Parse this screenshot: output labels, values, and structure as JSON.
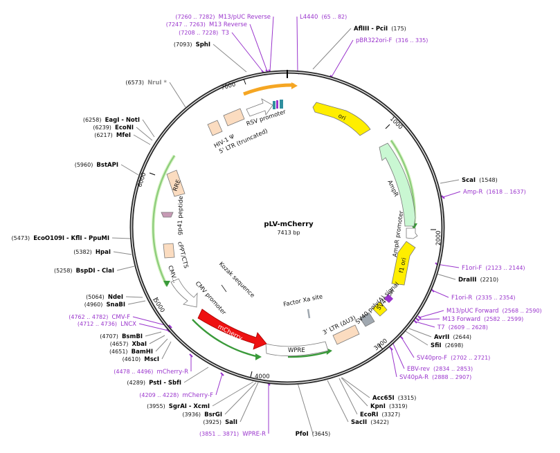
{
  "title": "pLV-mCherry",
  "length": "7413 bp",
  "colors": {
    "backbone": "#333333",
    "primer": "#9933cc",
    "site_line": "#888888",
    "orange_feature": "#f5a623",
    "yellow_feature": "#ffee00",
    "green_feature": "#c9f7d2",
    "red_feature": "#ee1111",
    "beige_feature": "#fbdcc0",
    "gray_feature": "#a0a8b0",
    "teal_feature": "#2f8f9f",
    "green_arrow": "#3a9a3a"
  },
  "tick_labels": [
    "7000",
    "1000",
    "2000",
    "3000",
    "4000",
    "5000",
    "6000"
  ],
  "enzymes": [
    {
      "name": "AflIII - PciI",
      "pos": "(175)"
    },
    {
      "name": "SphI",
      "pos": "(7093)"
    },
    {
      "name": "NruI *",
      "pos": "(6573)"
    },
    {
      "name": "EagI - NotI",
      "pos": "(6258)"
    },
    {
      "name": "EcoNI",
      "pos": "(6239)"
    },
    {
      "name": "MfeI",
      "pos": "(6217)"
    },
    {
      "name": "BstAPI",
      "pos": "(5960)"
    },
    {
      "name": "EcoO109I - KflI - PpuMI",
      "pos": "(5473)"
    },
    {
      "name": "HpaI",
      "pos": "(5382)"
    },
    {
      "name": "BspDI - ClaI",
      "pos": "(5258)"
    },
    {
      "name": "NdeI",
      "pos": "(5064)"
    },
    {
      "name": "SnaBI",
      "pos": "(4960)"
    },
    {
      "name": "BsmBI",
      "pos": "(4707)"
    },
    {
      "name": "XbaI",
      "pos": "(4657)"
    },
    {
      "name": "BamHI",
      "pos": "(4651)"
    },
    {
      "name": "MscI",
      "pos": "(4610)"
    },
    {
      "name": "PstI - SbfI",
      "pos": "(4289)"
    },
    {
      "name": "SgrAI - XcmI",
      "pos": "(3955)"
    },
    {
      "name": "BsrGI",
      "pos": "(3936)"
    },
    {
      "name": "SalI",
      "pos": "(3925)"
    },
    {
      "name": "PfoI",
      "pos": "(3645)"
    },
    {
      "name": "SacII",
      "pos": "(3422)"
    },
    {
      "name": "EcoRI",
      "pos": "(3327)"
    },
    {
      "name": "KpnI",
      "pos": "(3319)"
    },
    {
      "name": "Acc65I",
      "pos": "(3315)"
    },
    {
      "name": "SfiI",
      "pos": "(2698)"
    },
    {
      "name": "AvrII",
      "pos": "(2644)"
    },
    {
      "name": "DraIII",
      "pos": "(2210)"
    },
    {
      "name": "ScaI",
      "pos": "(1548)"
    }
  ],
  "primers": [
    {
      "name": "M13/pUC Reverse",
      "range": "(7260 .. 7282)"
    },
    {
      "name": "M13 Reverse",
      "range": "(7247 .. 7263)"
    },
    {
      "name": "T3",
      "range": "(7208 .. 7228)"
    },
    {
      "name": "L4440",
      "range": "(65 .. 82)"
    },
    {
      "name": "pBR322ori-F",
      "range": "(316 .. 335)"
    },
    {
      "name": "Amp-R",
      "range": "(1618 .. 1637)"
    },
    {
      "name": "F1ori-F",
      "range": "(2123 .. 2144)"
    },
    {
      "name": "F1ori-R",
      "range": "(2335 .. 2354)"
    },
    {
      "name": "M13/pUC Forward",
      "range": "(2568 .. 2590)"
    },
    {
      "name": "M13 Forward",
      "range": "(2582 .. 2599)"
    },
    {
      "name": "T7",
      "range": "(2609 .. 2628)"
    },
    {
      "name": "SV40pro-F",
      "range": "(2702 .. 2721)"
    },
    {
      "name": "EBV-rev",
      "range": "(2834 .. 2853)"
    },
    {
      "name": "SV40pA-R",
      "range": "(2888 .. 2907)"
    },
    {
      "name": "WPRE-R",
      "range": "(3851 .. 3871)"
    },
    {
      "name": "mCherry-F",
      "range": "(4209 .. 4228)"
    },
    {
      "name": "mCherry-R",
      "range": "(4478 .. 4496)"
    },
    {
      "name": "LNCX",
      "range": "(4712 .. 4736)"
    },
    {
      "name": "CMV-F",
      "range": "(4762 .. 4782)"
    }
  ],
  "features": {
    "ori": "ori",
    "ampr": "AmpR",
    "ampr_promoter": "AmpR promoter",
    "f1_ori": "f1 ori",
    "sv40_ori": "SV40 ori",
    "sv40_polya": "SV40 poly(A) signal",
    "ltr3": "3' LTR (ΔU3)",
    "factor_xa": "Factor Xa site",
    "wpre": "WPRE",
    "mcherry": "mCherry",
    "kozak": "Kozak sequence",
    "cmv_promoter": "CMV promoter",
    "cmv_short": "CMV...",
    "cppt": "cPPT/CTS",
    "gp41": "gp41 peptide",
    "rre": "RRE",
    "hiv_psi": "HIV-1 Ψ",
    "ltr5": "5' LTR (truncated)",
    "rsv_promoter": "RSV promoter"
  }
}
